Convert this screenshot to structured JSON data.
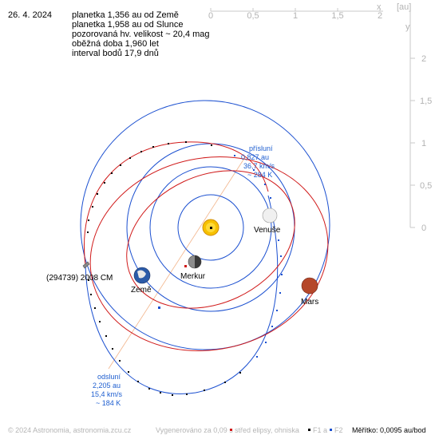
{
  "header": {
    "date": "26. 4. 2024",
    "lines": [
      "planetka 1,356 au od Země",
      "planetka 1,958 au od Slunce",
      "pozorovaná hv. velikost ~ 20,4 mag",
      "oběžná doba 1,960 let",
      "interval bodů 17,9 dnů"
    ]
  },
  "axes": {
    "x_ticks": [
      "0",
      "0,5",
      "1",
      "1,5",
      "2"
    ],
    "x_unit": "x",
    "y_unit": "y",
    "unit": "[au]",
    "y_ticks": [
      "2",
      "1,5",
      "1",
      "0,5",
      "0"
    ]
  },
  "planets": {
    "mercury": "Merkur",
    "venus": "Venuše",
    "earth": "Země",
    "mars": "Mars"
  },
  "asteroid": {
    "name": "(294739) 2008 CM"
  },
  "perihelion": {
    "title": "přísluní",
    "dist": "0,827 au",
    "speed": "36,7 km/s",
    "temp": "~ 284 K"
  },
  "aphelion": {
    "title": "odsluní",
    "dist": "2,205 au",
    "speed": "15,4 km/s",
    "temp": "~ 184 K"
  },
  "footer": {
    "copyright": "© 2024 Astronomia, astronomia.zcu.cz",
    "generated": "Vygenerováno za 0,09 s",
    "legend_center": "střed elipsy, ohniska",
    "legend_f1": "F1 a",
    "legend_f2": "F2",
    "scale": "Měřítko: 0,0095 au/bod"
  },
  "colors": {
    "earth_orbit": "#1a4fd0",
    "asteroid_orbit": "#d01a1a",
    "axis": "#c8c8c8",
    "annotation": "#1f5fd0"
  }
}
